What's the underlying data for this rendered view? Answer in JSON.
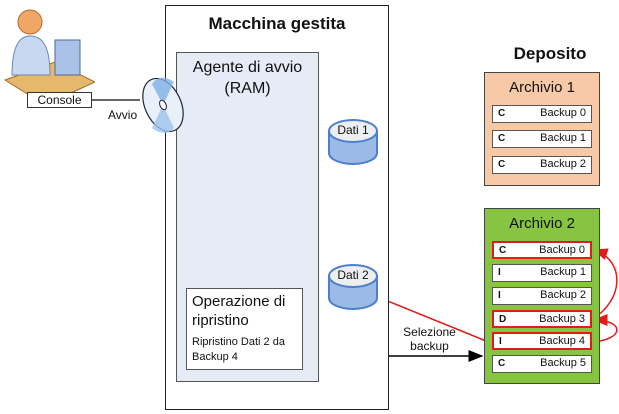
{
  "console": {
    "label": "Console",
    "boot_label": "Avvio"
  },
  "machine": {
    "title": "Macchina gestita",
    "agent": {
      "title_line1": "Agente di avvio",
      "title_line2": "(RAM)"
    },
    "disks": [
      {
        "label": "Dati 1"
      },
      {
        "label": "Dati 2"
      }
    ],
    "operation": {
      "title_line1": "Operazione di",
      "title_line2": "ripristino",
      "desc_line1": "Ripristino Dati 2 da",
      "desc_line2": "Backup 4"
    }
  },
  "connector": {
    "selection_line1": "Selezione",
    "selection_line2": "backup"
  },
  "deposit": {
    "title": "Deposito",
    "archives": [
      {
        "title": "Archivio 1",
        "color": "#f7c9a6",
        "backups": [
          {
            "type": "C",
            "label": "Backup 0",
            "highlighted": false
          },
          {
            "type": "C",
            "label": "Backup 1",
            "highlighted": false
          },
          {
            "type": "C",
            "label": "Backup 2",
            "highlighted": false
          }
        ]
      },
      {
        "title": "Archivio 2",
        "color": "#86c442",
        "backups": [
          {
            "type": "C",
            "label": "Backup 0",
            "highlighted": true
          },
          {
            "type": "I",
            "label": "Backup 1",
            "highlighted": false
          },
          {
            "type": "I",
            "label": "Backup 2",
            "highlighted": false
          },
          {
            "type": "D",
            "label": "Backup 3",
            "highlighted": true
          },
          {
            "type": "I",
            "label": "Backup 4",
            "highlighted": true
          },
          {
            "type": "C",
            "label": "Backup 5",
            "highlighted": false
          }
        ]
      }
    ]
  },
  "colors": {
    "highlight": "#e21b1b",
    "agent_bg": "#e6ecf6",
    "disk": "#5b8fd6"
  }
}
